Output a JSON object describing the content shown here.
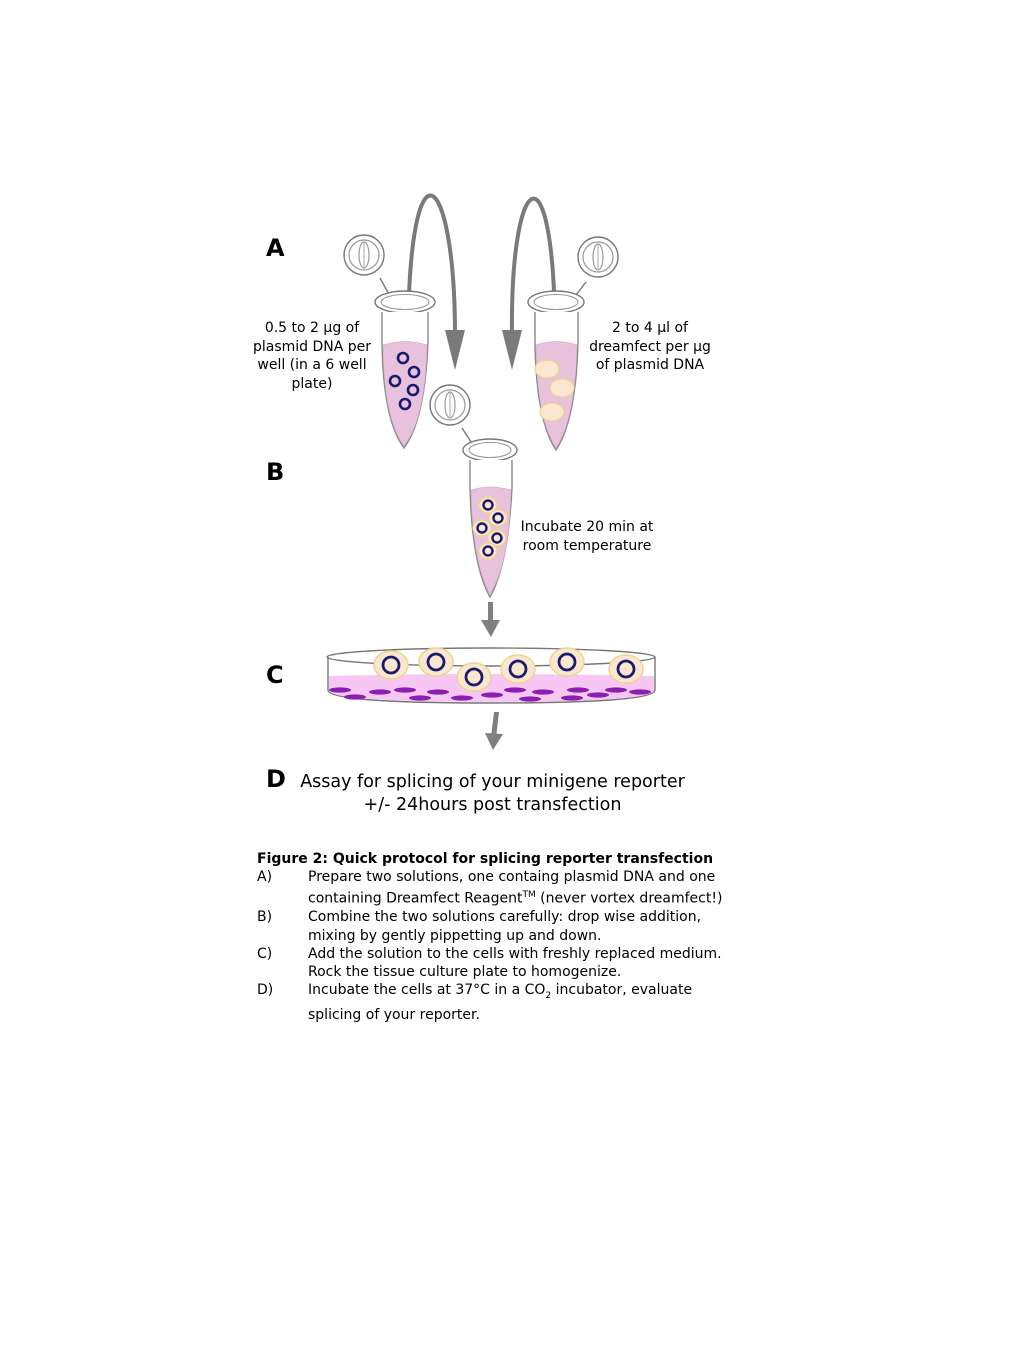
{
  "steps": {
    "a": {
      "label": "A",
      "left_note": "0.5 to 2 µg of plasmid DNA per well (in a 6 well plate)",
      "right_note": "2 to 4 µl of dreamfect per µg of plasmid DNA"
    },
    "b": {
      "label": "B",
      "note": "Incubate 20 min at room temperature"
    },
    "c": {
      "label": "C"
    },
    "d": {
      "label": "D",
      "text_line1": "Assay for splicing of your minigene reporter",
      "text_line2": "+/- 24hours post transfection"
    }
  },
  "caption": {
    "title": "Figure 2: Quick protocol for splicing reporter transfection",
    "items": [
      {
        "letter": "A)",
        "pre": "Prepare two solutions, one containg plasmid DNA and one containing Dreamfect Reagent",
        "sup": "TM",
        "post": " (never vortex dreamfect!)"
      },
      {
        "letter": "B)",
        "text": "Combine the two solutions carefully: drop wise addition, mixing by  gently pippetting  up and down."
      },
      {
        "letter": "C)",
        "text": "Add the solution to the cells with freshly replaced medium. Rock the tissue culture plate to homogenize."
      },
      {
        "letter": "D)",
        "pre": "Incubate the cells at 37°C in a CO",
        "sub": "2",
        "post": " incubator, evaluate splicing of your reporter."
      }
    ]
  },
  "colors": {
    "medium_pink": "#e8c2dc",
    "dish_medium": "#f7c7f3",
    "plasmid_navy": "#1a1a6e",
    "reagent_fill": "#fbe7cf",
    "reagent_edge": "#ecd48f",
    "cell_purple": "#8a1fb0",
    "arrow_gray": "#808080"
  }
}
